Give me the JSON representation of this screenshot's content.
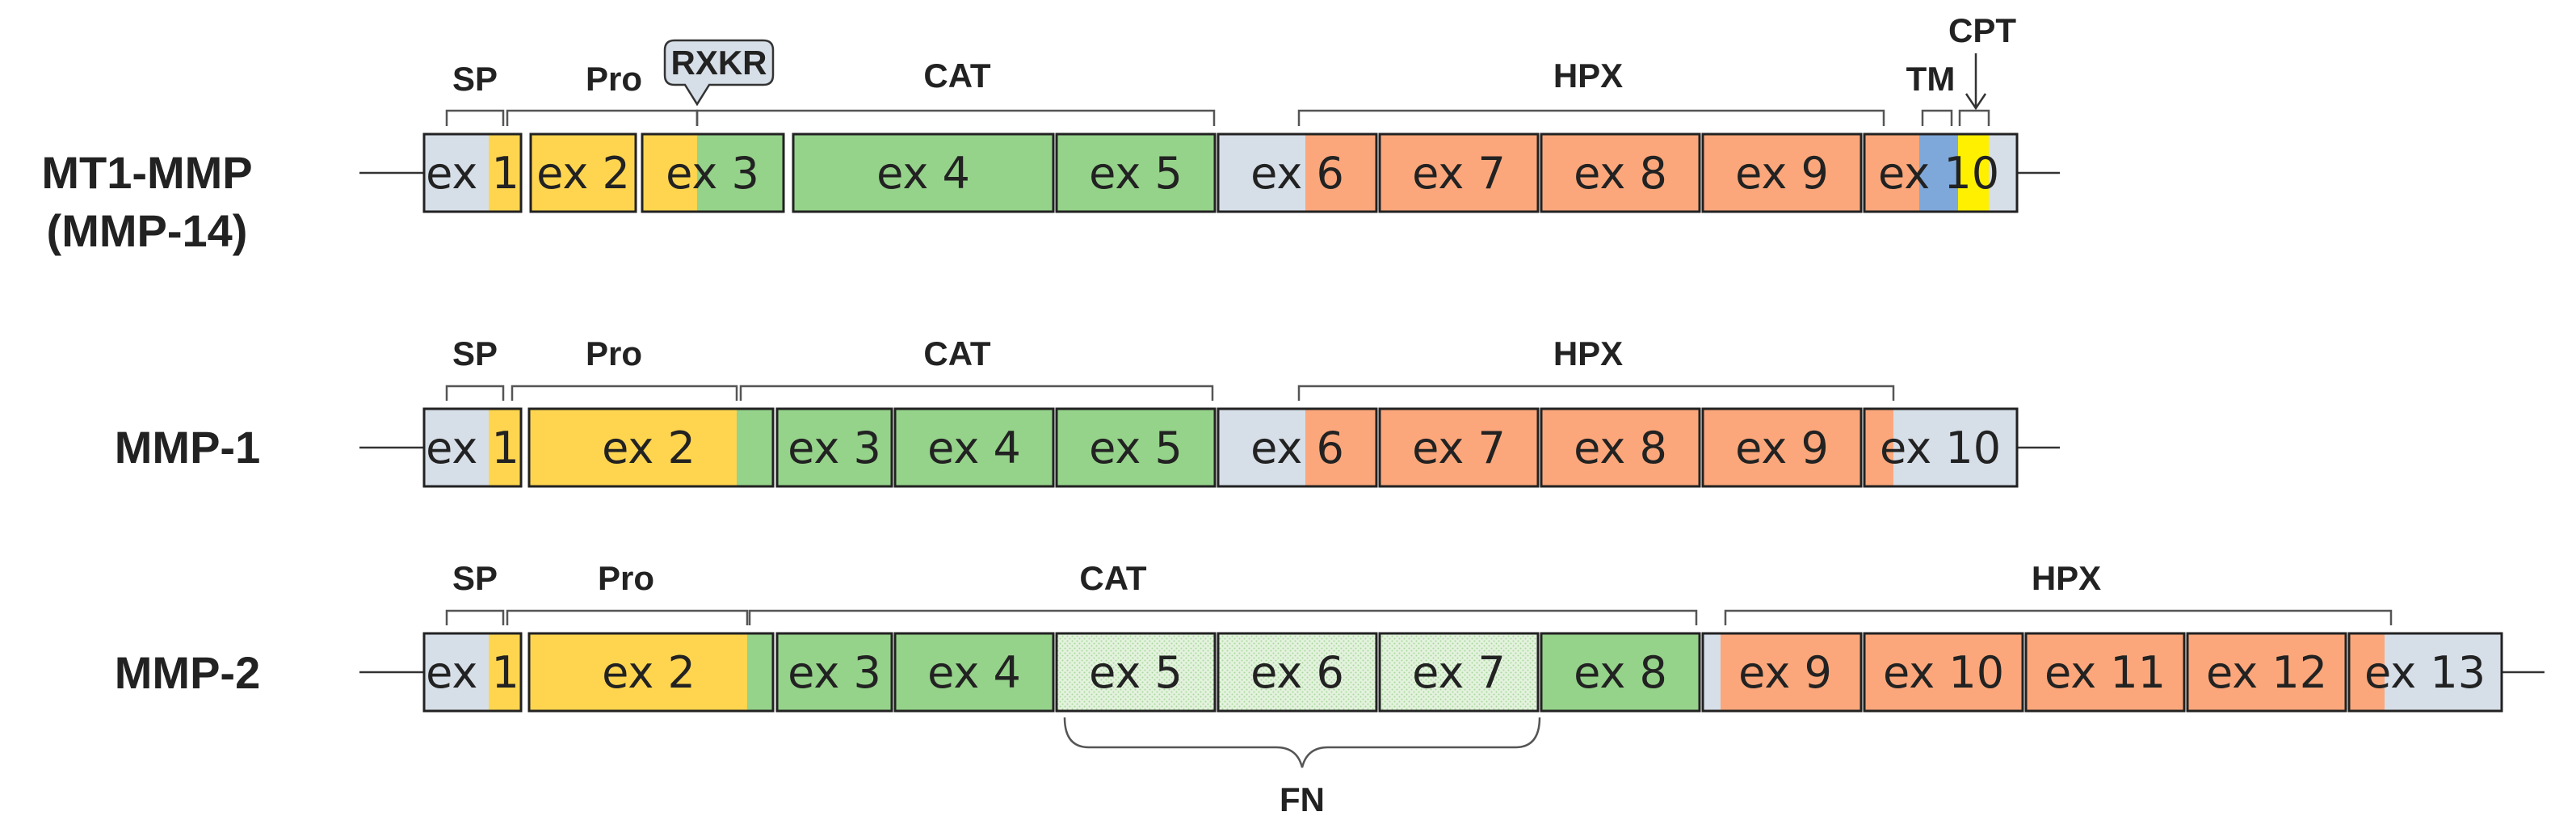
{
  "colors": {
    "utr": "#D6DEE8",
    "sp": "#FFD54F",
    "pro": "#FFD54F",
    "cat": "#95D28A",
    "fn": "#E3F2DD",
    "hpx": "#FBA77B",
    "tm": "#7FA8DA",
    "cpt": "#FFF000",
    "border": "#222222"
  },
  "genes": [
    {
      "label_lines": [
        "MT1-MMP",
        "(MMP-14)"
      ],
      "exons": [
        "ex 1",
        "ex 2",
        "ex 3",
        "ex 4",
        "ex 5",
        "ex 6",
        "ex 7",
        "ex 8",
        "ex 9",
        "ex 10"
      ],
      "domains": [
        "SP",
        "Pro",
        "CAT",
        "HPX",
        "TM",
        "CPT"
      ],
      "callout": "RXKR"
    },
    {
      "label_lines": [
        "MMP-1"
      ],
      "exons": [
        "ex 1",
        "ex 2",
        "ex 3",
        "ex 4",
        "ex 5",
        "ex 6",
        "ex 7",
        "ex 8",
        "ex 9",
        "ex 10"
      ],
      "domains": [
        "SP",
        "Pro",
        "CAT",
        "HPX"
      ]
    },
    {
      "label_lines": [
        "MMP-2"
      ],
      "exons": [
        "ex 1",
        "ex 2",
        "ex 3",
        "ex 4",
        "ex 5",
        "ex 6",
        "ex 7",
        "ex 8",
        "ex 9",
        "ex 10",
        "ex 11",
        "ex 12",
        "ex 13"
      ],
      "domains": [
        "SP",
        "Pro",
        "CAT",
        "HPX",
        "FN"
      ]
    }
  ]
}
